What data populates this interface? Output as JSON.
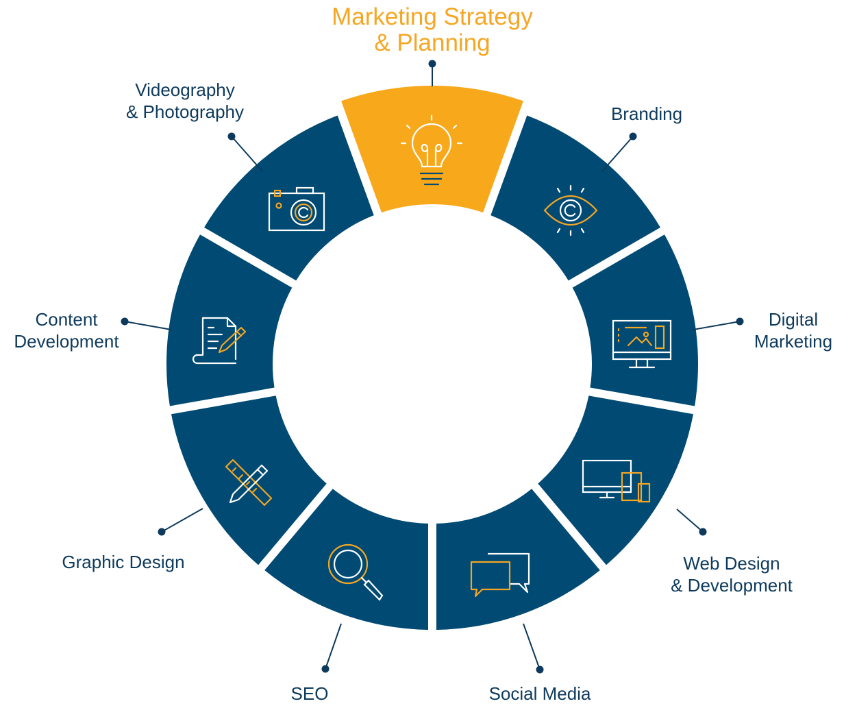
{
  "colors": {
    "segment": "#004a73",
    "highlight": "#f7a81b",
    "icon_line": "#ffffff",
    "icon_accent": "#f5a623",
    "label_text": "#0d3a5c",
    "highlight_text": "#f5a623",
    "connector": "#0d3a5c"
  },
  "segments": [
    {
      "id": "marketing-strategy",
      "lines": [
        "Marketing Strategy",
        "& Planning"
      ],
      "icon": "lightbulb-icon",
      "highlighted": true
    },
    {
      "id": "branding",
      "lines": [
        "Branding"
      ],
      "icon": "eye-icon",
      "highlighted": false
    },
    {
      "id": "digital-marketing",
      "lines": [
        "Digital",
        "Marketing"
      ],
      "icon": "monitor-dashboard-icon",
      "highlighted": false
    },
    {
      "id": "web-design",
      "lines": [
        "Web Design",
        "& Development"
      ],
      "icon": "responsive-devices-icon",
      "highlighted": false
    },
    {
      "id": "social-media",
      "lines": [
        "Social Media"
      ],
      "icon": "chat-bubbles-icon",
      "highlighted": false
    },
    {
      "id": "seo",
      "lines": [
        "SEO"
      ],
      "icon": "magnifier-icon",
      "highlighted": false
    },
    {
      "id": "graphic-design",
      "lines": [
        "Graphic Design"
      ],
      "icon": "pencil-ruler-icon",
      "highlighted": false
    },
    {
      "id": "content-development",
      "lines": [
        "Content",
        "Development"
      ],
      "icon": "document-pen-icon",
      "highlighted": false
    },
    {
      "id": "videography",
      "lines": [
        "Videography",
        "& Photography"
      ],
      "icon": "camera-icon",
      "highlighted": false
    }
  ]
}
